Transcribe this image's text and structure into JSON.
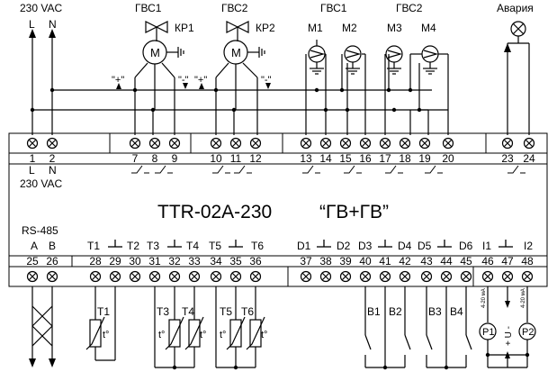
{
  "supply": {
    "voltage": "230 VAC",
    "line": "L",
    "neutral": "N"
  },
  "model": {
    "name": "TTR-02A-230",
    "mode": "“ГВ+ГВ”"
  },
  "top_groups": {
    "valve1": "ГВС1",
    "valve2": "ГВС2",
    "pumps1": "ГВС1",
    "pumps2": "ГВС2",
    "alarm": "Авария"
  },
  "valves": [
    {
      "label": "КР1",
      "motor": "M"
    },
    {
      "label": "КР2",
      "motor": "M"
    }
  ],
  "pumps": [
    "M1",
    "M2",
    "M3",
    "M4"
  ],
  "arrows": {
    "open": "\"+\"",
    "close": "\"-\""
  },
  "top_terminals": [
    "1",
    "2",
    "7",
    "8",
    "9",
    "10",
    "11",
    "12",
    "13",
    "14",
    "15",
    "16",
    "17",
    "18",
    "19",
    "20",
    "23",
    "24"
  ],
  "top_terminal_labels": {
    "l": "L",
    "n": "N",
    "voltage": "230 VAC"
  },
  "bottom_terminals": [
    "25",
    "26",
    "28",
    "29",
    "30",
    "31",
    "32",
    "33",
    "34",
    "35",
    "36",
    "37",
    "38",
    "39",
    "40",
    "41",
    "42",
    "43",
    "44",
    "45",
    "46",
    "47",
    "48"
  ],
  "bottom_labels": {
    "rs485": "RS-485",
    "a": "A",
    "b": "B",
    "t": [
      "T1",
      "T2",
      "T3",
      "T4",
      "T5",
      "T6"
    ],
    "d": [
      "D1",
      "D2",
      "D3",
      "D4",
      "D5",
      "D6"
    ],
    "i": [
      "I1",
      "I2"
    ]
  },
  "sensors": [
    "T1",
    "T3",
    "T4",
    "T5",
    "T6"
  ],
  "sensor_symbol": "t°",
  "inputs": [
    "B1",
    "B2",
    "B3",
    "B4"
  ],
  "transducers": [
    "P1",
    "P2"
  ],
  "current_range": "4-20 мА",
  "supply_pm": "+ U -"
}
